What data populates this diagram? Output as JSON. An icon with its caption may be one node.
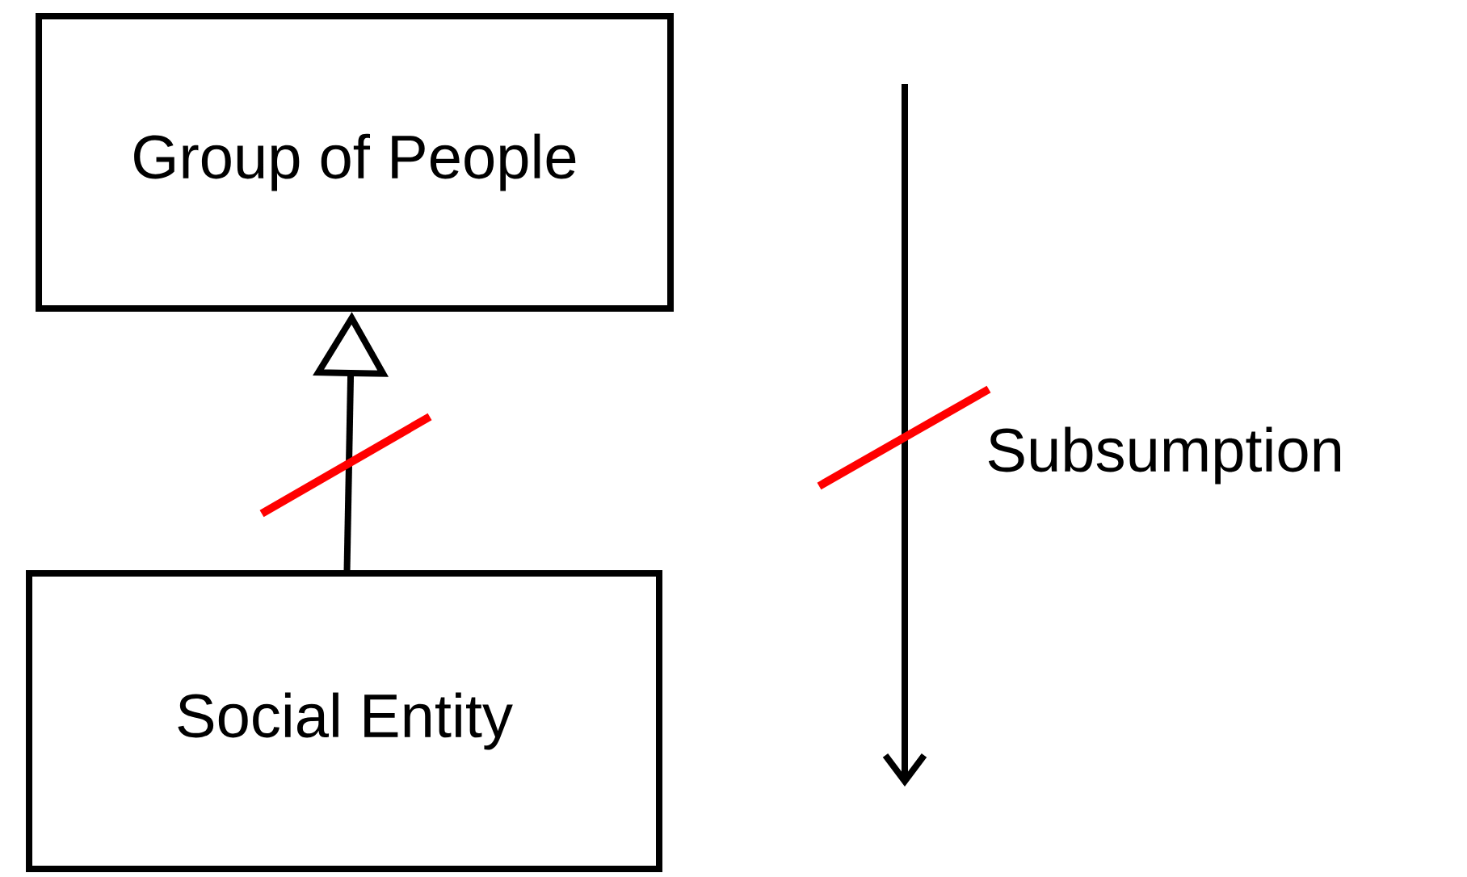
{
  "diagram": {
    "nodes": [
      {
        "text": [
          "Group of People"
        ]
      },
      {
        "text": [
          "Social Entity"
        ]
      }
    ],
    "edges": [
      {
        "from": 1,
        "to": 0,
        "arrow": "to"
      }
    ],
    "labels": [
      "Subsumption"
    ]
  }
}
